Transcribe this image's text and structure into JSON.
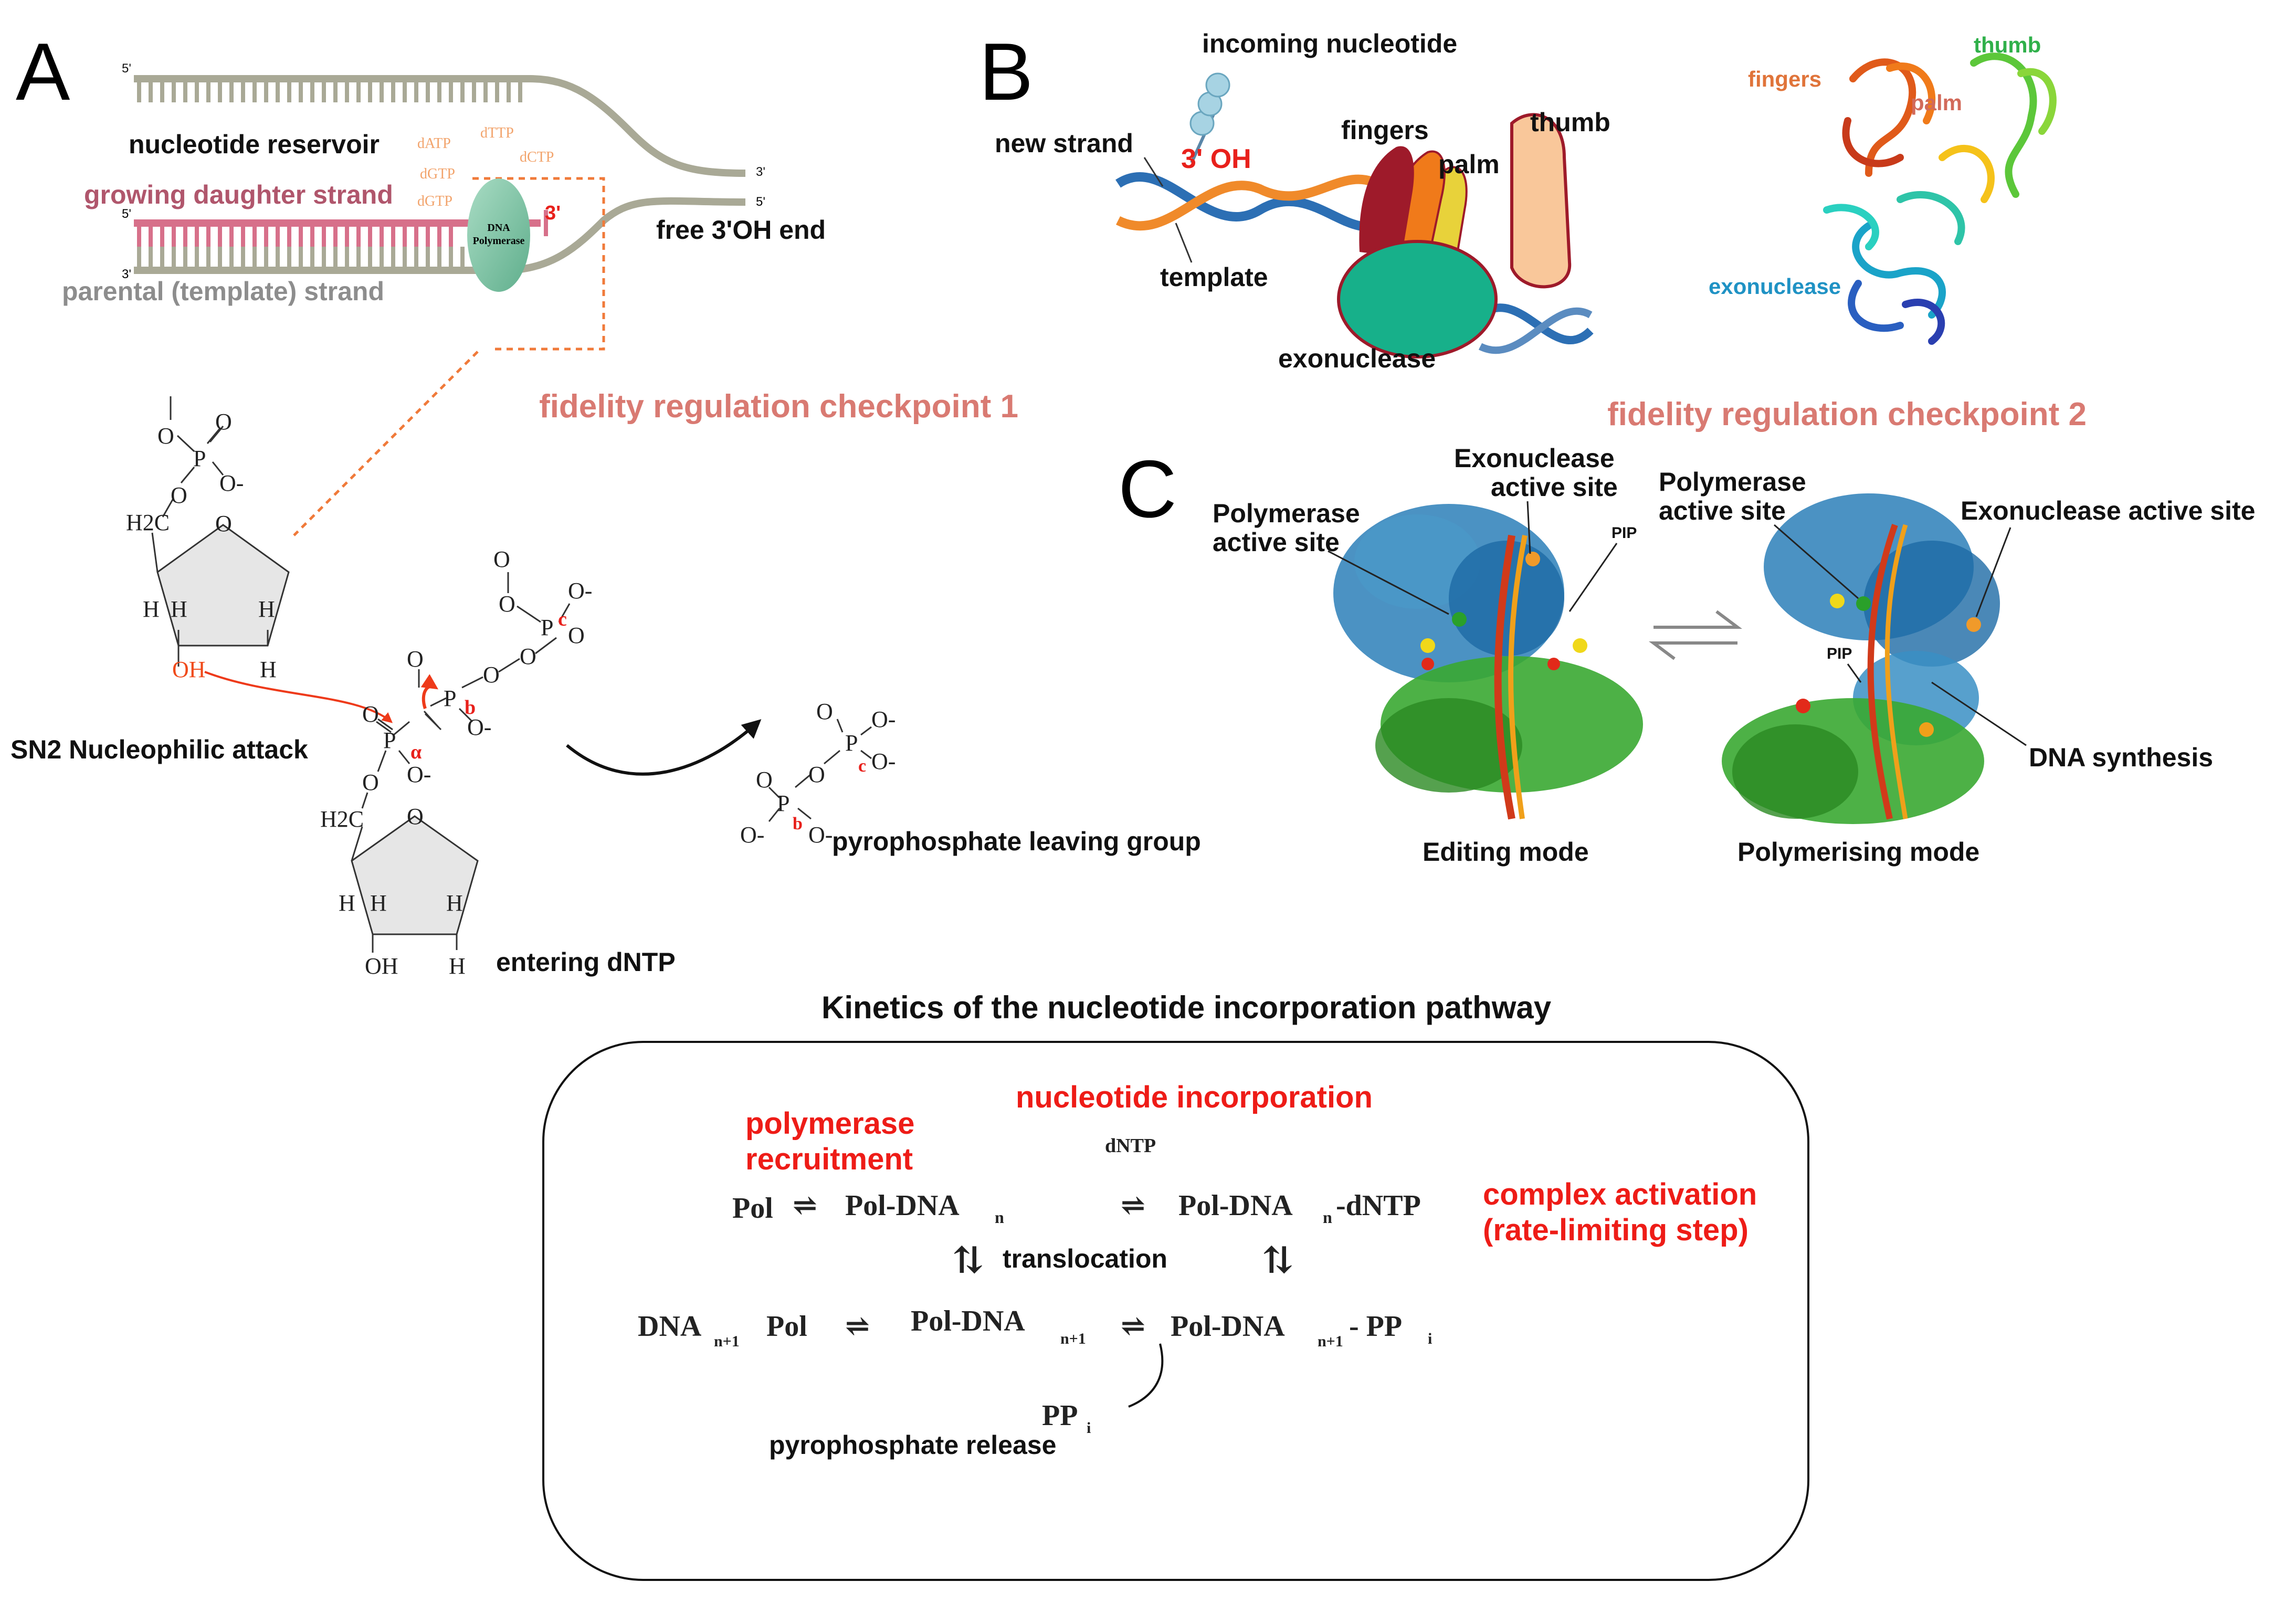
{
  "panels": {
    "a": "A",
    "b": "B",
    "c": "C"
  },
  "panel_a": {
    "strand_5": "5'",
    "strand_3": "3'",
    "reservoir": "nucleotide reservoir",
    "growing": "growing daughter strand",
    "parental": "parental (template) strand",
    "free_end": "free 3'OH end",
    "polymerase_line1": "DNA",
    "polymerase_line2": "Polymerase",
    "three_prime_red": "3'",
    "nucleotides": [
      "dATP",
      "dTTP",
      "dGTP",
      "dCTP",
      "dGTP"
    ],
    "checkpoint": "fidelity regulation checkpoint 1",
    "attack": "SN2 Nucleophilic attack",
    "leaving": "pyrophosphate leaving group",
    "entering": "entering dNTP",
    "chem": {
      "o": "O",
      "p": "P",
      "o_minus": "O-",
      "h2c": "H2C",
      "h": "H",
      "oh": "OH",
      "alpha": "α",
      "beta": "b",
      "gamma": "c"
    }
  },
  "panel_b": {
    "incoming": "incoming nucleotide",
    "new_strand": "new strand",
    "oh3": "3' OH",
    "template": "template",
    "fingers": "fingers",
    "palm": "palm",
    "thumb": "thumb",
    "exonuclease": "exonuclease",
    "checkpoint": "fidelity regulation checkpoint 2"
  },
  "panel_c": {
    "exo_site_l1": "Exonuclease",
    "exo_site_l2": "active site",
    "pol_site_l1": "Polymerase",
    "pol_site_l2": "active site",
    "pip": "PIP",
    "exo_site_right": "Exonuclease active site",
    "dna_synthesis": "DNA synthesis",
    "editing": "Editing mode",
    "polymerising": "Polymerising mode"
  },
  "kinetics": {
    "title": "Kinetics of the nucleotide incorporation pathway",
    "recruit_l1": "polymerase",
    "recruit_l2": "recruitment",
    "incorporation": "nucleotide incorporation",
    "activation_l1": "complex activation",
    "activation_l2": "(rate-limiting step)",
    "translocation": "translocation",
    "ppi_release": "pyrophosphate release",
    "dntp": "dNTP",
    "pol": "Pol",
    "pol_dna": "Pol-DNA",
    "sub_n": "n",
    "sub_n1": "n+1",
    "dna": "DNA",
    "dash_dntp": "-dNTP",
    "dash_pp": "- PP",
    "pp": "PP",
    "sub_i": "i",
    "eq": "⇌",
    "eqv": "⇅"
  },
  "colors": {
    "strand_gray": "#a9a996",
    "daughter": "#d7708a",
    "polymerase": "#7ec3a3",
    "dashed": "#f07a3a",
    "checkpoint": "#d97a72",
    "red_label": "#ee1c17",
    "fingers_dark": "#9e1a2a",
    "fingers_orange": "#f07a1a",
    "palm_yellow": "#e8d23a",
    "thumb_peach": "#f9c79a",
    "exo_teal": "#17b08a",
    "protein_blue": "#2b7fb8",
    "protein_green": "#3aa832"
  }
}
